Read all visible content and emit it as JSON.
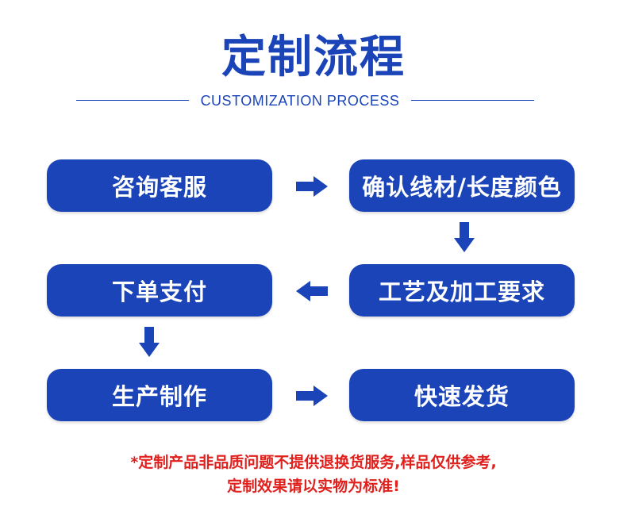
{
  "header": {
    "title": "定制流程",
    "subtitle": "CUSTOMIZATION PROCESS"
  },
  "steps": [
    {
      "label": "咨询客服"
    },
    {
      "label": "确认线材/长度颜色"
    },
    {
      "label": "工艺及加工要求"
    },
    {
      "label": "下单支付"
    },
    {
      "label": "生产制作"
    },
    {
      "label": "快速发货"
    }
  ],
  "notice": {
    "line1": "*定制产品非品质问题不提供退换货服务,样品仅供参考,",
    "line2": "定制效果请以实物为标准!"
  },
  "colors": {
    "brand_blue": "#1b44b8",
    "notice_red": "#e0201d"
  }
}
